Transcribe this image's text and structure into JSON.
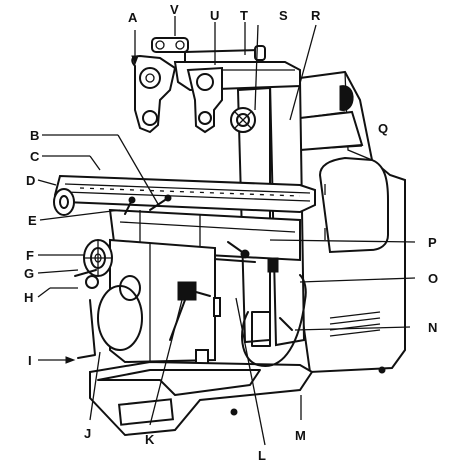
{
  "labels": [
    {
      "id": "A",
      "text": "A"
    },
    {
      "id": "V",
      "text": "V"
    },
    {
      "id": "U",
      "text": "U"
    },
    {
      "id": "T",
      "text": "T"
    },
    {
      "id": "S",
      "text": "S"
    },
    {
      "id": "R",
      "text": "R"
    },
    {
      "id": "B",
      "text": "B"
    },
    {
      "id": "C",
      "text": "C"
    },
    {
      "id": "D",
      "text": "D"
    },
    {
      "id": "E",
      "text": "E"
    },
    {
      "id": "F",
      "text": "F"
    },
    {
      "id": "G",
      "text": "G"
    },
    {
      "id": "H",
      "text": "H"
    },
    {
      "id": "I",
      "text": "I"
    },
    {
      "id": "J",
      "text": "J"
    },
    {
      "id": "K",
      "text": "K"
    },
    {
      "id": "L",
      "text": "L"
    },
    {
      "id": "M",
      "text": "M"
    },
    {
      "id": "N",
      "text": "N"
    },
    {
      "id": "O",
      "text": "O"
    },
    {
      "id": "P",
      "text": "P"
    },
    {
      "id": "Q",
      "text": "Q"
    }
  ]
}
